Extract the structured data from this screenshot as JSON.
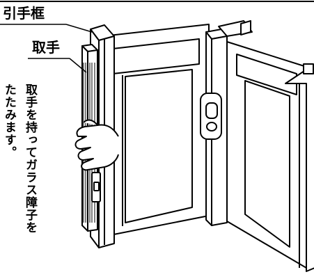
{
  "labels": {
    "frame_handle": "引手框",
    "handle": "取手"
  },
  "instruction": {
    "line1": "取手を持ってガラス障子を",
    "line2": "たたみます。"
  }
}
